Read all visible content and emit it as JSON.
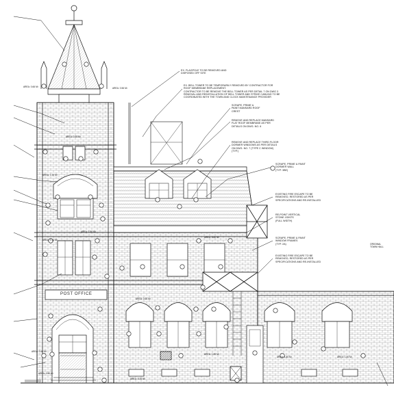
{
  "notes": [
    {
      "text": "EX. FLAGPOLE TO BE REMOVED AND\nDISPOSED OFF SITE"
    },
    {
      "text": "EX. BELL TOWER TO BE TEMPORARILY REMOVED BY CONTRACTOR FOR\nROOF MEMBRANE REPLACEMENT.\nCONTRACTOR TO BE REMOVE THE BELL TOWER AS PER DETAIL 7 ON DWG 3\nREMOVAL AND REINSTALLATION OF BELL TOWER AND STRIKE CABLING TO BE\nCOORDINATED WITH THE TOWN AND CLOCK MAINTENANCE PROVIDER"
    },
    {
      "text": "SCRAPE, PRIME &\nPAINT MANSARD ROOF\nCREST"
    },
    {
      "text": "REMOVE AND REPLACE MANSARD\nFLAT ROOF MEMBRANE AS PER\nDETAILS ON DWG. NO. 6"
    },
    {
      "text": "REMOVE AND REPLACE THIRD FLOOR\nDORMER WINDOWS AS PER DETAILS\nON DWG. NO. 7 (TYPE C WINDOW)\n(TYP.)"
    },
    {
      "text": "SCRAPE, PRIME & PAINT\nDORMER WALL\n(TYP. 3BE)"
    },
    {
      "text": "EXISTING FIRE ESCAPE TO BE\nREMOVED, RESTORED AS PER\nSPECIFICATIONS AND RE-INSTALLED"
    },
    {
      "text": "RE-POINT VERTICAL\nSTONE JOINTS\n(FULL WIDTH)"
    },
    {
      "text": "SCRAPE, PRIME & PAINT\nWINDOW FRAMES\n(TYP. 2A)"
    },
    {
      "text": "EXISTING FIRE ESCAPE TO BE\nREMOVED, RESTORED AS PER\nSPECIFICATIONS AND RE-INSTALLED"
    }
  ],
  "area_labels": [
    {
      "text": "AREA: 0.66 m²"
    },
    {
      "text": "AREA: 0.56 m²"
    },
    {
      "text": "AREA: 0.55 m²"
    },
    {
      "text": "AREA: 1.20 m²"
    },
    {
      "text": "AREA: 1.80 m²"
    },
    {
      "text": "AREA: 4.10 m²"
    },
    {
      "text": "AREA: 5.80 m²"
    },
    {
      "text": "AREA: 0.60 m²"
    },
    {
      "text": "AREA: 1.80 m²"
    },
    {
      "text": "AREA: 1.80 m²"
    },
    {
      "text": "AREA: 1.50 m²"
    },
    {
      "text": "AREA: 0.45 m²"
    },
    {
      "text": "AREA: 0.50 m²"
    },
    {
      "text": "AREA: 0.35 m²"
    }
  ],
  "signage": {
    "post_office": "POST OFFICE"
  },
  "right_edge": {
    "text": "ORIGINAL\nTOWN HALL"
  },
  "colors": {
    "line": "#111111",
    "brick": "#555555",
    "fill_hatch": "#333333"
  }
}
